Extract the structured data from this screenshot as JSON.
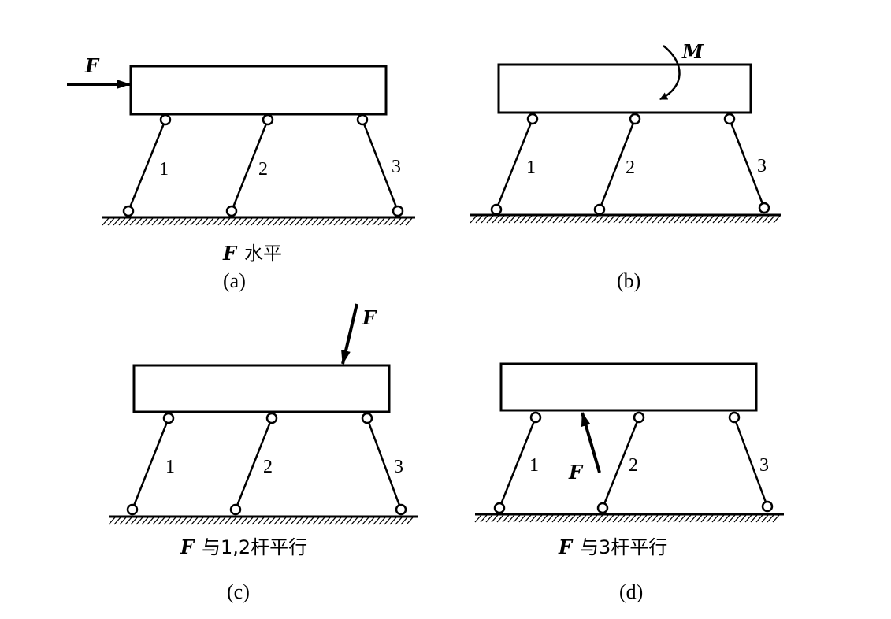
{
  "panels": [
    {
      "caption": "(a)",
      "description_prefix": "F",
      "description": "水平",
      "force_label": "F",
      "bar_labels": [
        "1",
        "2",
        "3"
      ]
    },
    {
      "caption": "(b)",
      "moment_label": "M",
      "bar_labels": [
        "1",
        "2",
        "3"
      ]
    },
    {
      "caption": "(c)",
      "description_prefix": "F",
      "description": "与1,2杆平行",
      "force_label": "F",
      "bar_labels": [
        "1",
        "2",
        "3"
      ]
    },
    {
      "caption": "(d)",
      "description_prefix": "F",
      "description": "与3杆平行",
      "force_label": "F",
      "bar_labels": [
        "1",
        "2",
        "3"
      ]
    }
  ]
}
